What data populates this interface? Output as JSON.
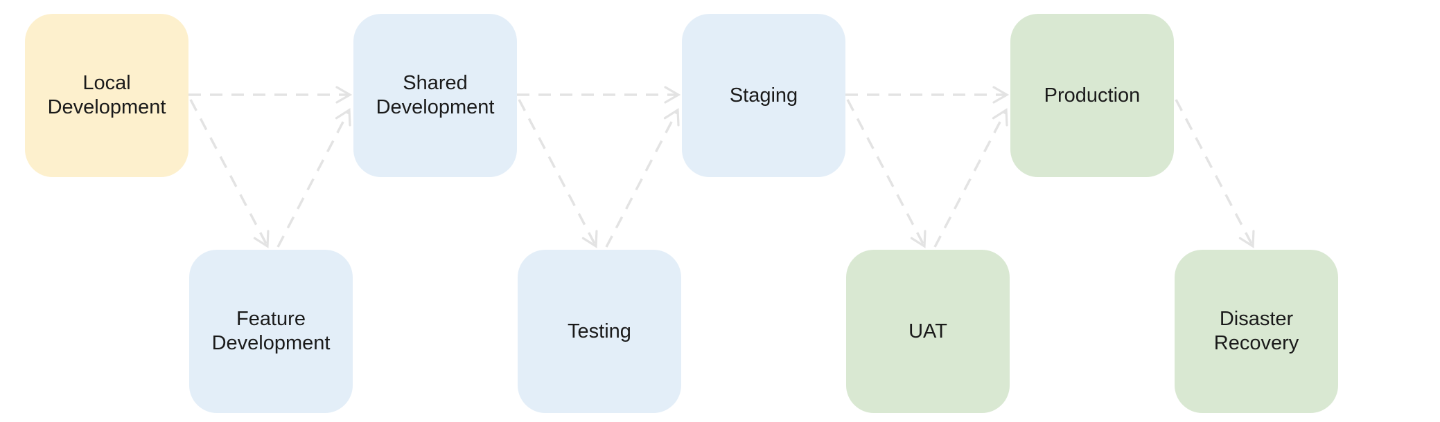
{
  "diagram": {
    "type": "flowchart",
    "background": "#ffffff",
    "colors": {
      "edge": "#e3e3e3",
      "text": "#1a1a1a",
      "node_yellow": "#fdf0cd",
      "node_blue": "#e3eef8",
      "node_green": "#d9e8d2"
    },
    "nodes": [
      {
        "id": "local-development",
        "label": "Local Development",
        "row": "top",
        "color": "#fdf0cd"
      },
      {
        "id": "shared-development",
        "label": "Shared Development",
        "row": "top",
        "color": "#e3eef8"
      },
      {
        "id": "staging",
        "label": "Staging",
        "row": "top",
        "color": "#e3eef8"
      },
      {
        "id": "production",
        "label": "Production",
        "row": "top",
        "color": "#d9e8d2"
      },
      {
        "id": "feature-development",
        "label": "Feature Development",
        "row": "bottom",
        "color": "#e3eef8"
      },
      {
        "id": "testing",
        "label": "Testing",
        "row": "bottom",
        "color": "#e3eef8"
      },
      {
        "id": "uat",
        "label": "UAT",
        "row": "bottom",
        "color": "#d9e8d2"
      },
      {
        "id": "disaster-recovery",
        "label": "Disaster Recovery",
        "row": "bottom",
        "color": "#d9e8d2"
      }
    ],
    "edges": [
      {
        "from": "local-development",
        "to": "shared-development",
        "style": "dashed"
      },
      {
        "from": "local-development",
        "to": "feature-development",
        "style": "dashed"
      },
      {
        "from": "feature-development",
        "to": "shared-development",
        "style": "dashed"
      },
      {
        "from": "shared-development",
        "to": "staging",
        "style": "dashed"
      },
      {
        "from": "shared-development",
        "to": "testing",
        "style": "dashed"
      },
      {
        "from": "testing",
        "to": "staging",
        "style": "dashed"
      },
      {
        "from": "staging",
        "to": "production",
        "style": "dashed"
      },
      {
        "from": "staging",
        "to": "uat",
        "style": "dashed"
      },
      {
        "from": "uat",
        "to": "production",
        "style": "dashed"
      },
      {
        "from": "production",
        "to": "disaster-recovery",
        "style": "dashed"
      }
    ]
  }
}
